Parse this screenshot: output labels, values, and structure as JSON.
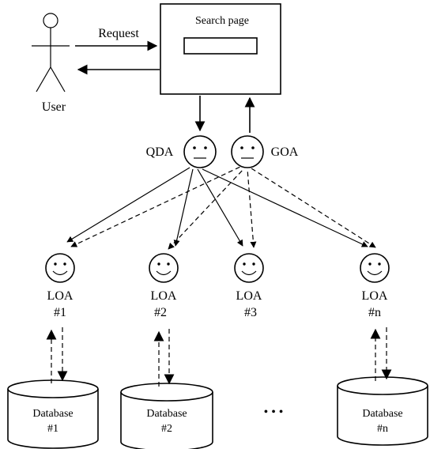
{
  "user": {
    "label": "User"
  },
  "search_page": {
    "title": "Search page"
  },
  "request": {
    "label": "Request"
  },
  "agents": {
    "qda": "QDA",
    "goa": "GOA"
  },
  "loas": [
    {
      "label": "LOA",
      "num": "#1"
    },
    {
      "label": "LOA",
      "num": "#2"
    },
    {
      "label": "LOA",
      "num": "#3"
    },
    {
      "label": "LOA",
      "num": "#n"
    }
  ],
  "databases": [
    {
      "label": "Database",
      "num": "#1"
    },
    {
      "label": "Database",
      "num": "#2"
    },
    {
      "label": "Database",
      "num": "#n"
    }
  ],
  "ellipsis": "•  •  •"
}
